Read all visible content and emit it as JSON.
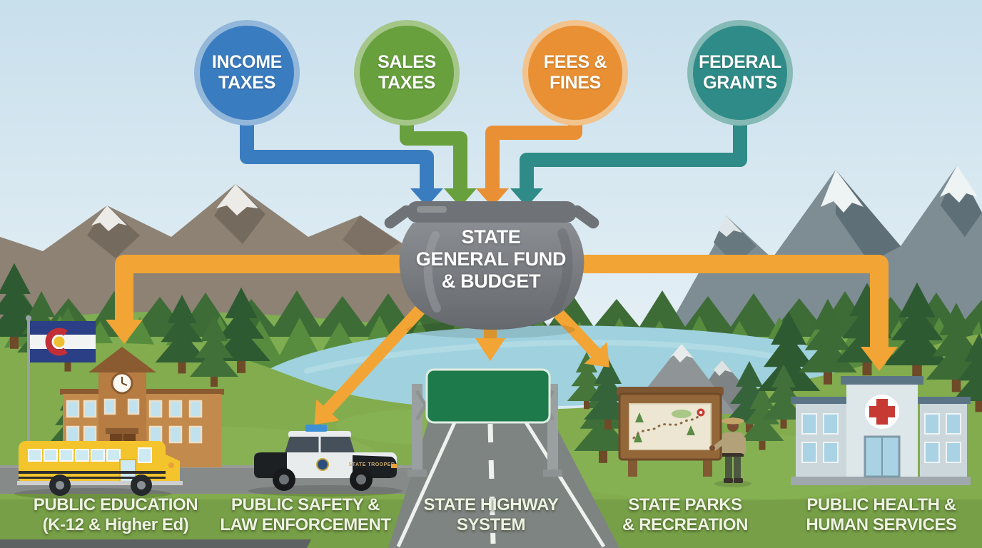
{
  "revenue_sources": [
    {
      "id": "income-taxes",
      "line1": "INCOME",
      "line2": "TAXES",
      "color": "#3a7cc0"
    },
    {
      "id": "sales-taxes",
      "line1": "SALES",
      "line2": "TAXES",
      "color": "#67a03c"
    },
    {
      "id": "fees-fines",
      "line1": "FEES &",
      "line2": "FINES",
      "color": "#e89033"
    },
    {
      "id": "federal-grants",
      "line1": "FEDERAL",
      "line2": "GRANTS",
      "color": "#2f8b87"
    }
  ],
  "general_fund": {
    "line1": "STATE",
    "line2": "GENERAL FUND",
    "line3": "& BUDGET"
  },
  "spending_categories": [
    {
      "id": "public-education",
      "line1": "PUBLIC EDUCATION",
      "line2": "(K-12 & Higher Ed)"
    },
    {
      "id": "public-safety",
      "line1": "PUBLIC SAFETY &",
      "line2": "LAW ENFORCEMENT"
    },
    {
      "id": "state-highway",
      "line1": "STATE HIGHWAY",
      "line2": "SYSTEM"
    },
    {
      "id": "state-parks",
      "line1": "STATE PARKS",
      "line2": "& RECREATION"
    },
    {
      "id": "public-health",
      "line1": "PUBLIC HEALTH &",
      "line2": "HUMAN SERVICES"
    }
  ],
  "police_car_marking": "STATE TROOPER",
  "colors": {
    "income_arrow": "#3a7cc0",
    "sales_arrow": "#67a03c",
    "fees_arrow": "#e89033",
    "federal_arrow": "#2f8b87",
    "outflow_arrow": "#f2a435",
    "fund_pot": "#7b7e82",
    "highway_sign_green": "#1d7a4a",
    "colorado_flag_blue": "#2a3f85",
    "colorado_flag_red": "#c22f36",
    "colorado_flag_gold": "#f0c02c"
  }
}
